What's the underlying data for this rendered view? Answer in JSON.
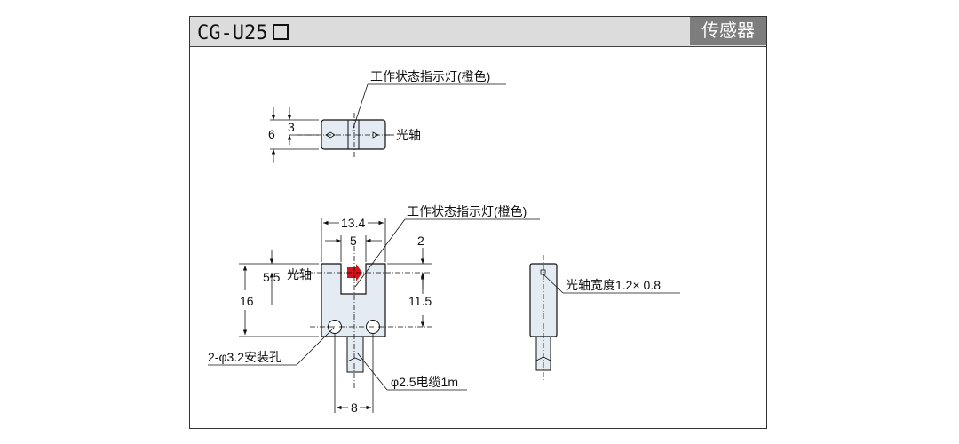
{
  "header": {
    "model": "CG-U25",
    "category": "传感器"
  },
  "top_view": {
    "indicator_label": "工作状态指示灯(橙色)",
    "dim_6": "6",
    "dim_3": "3",
    "axis_label": "光轴"
  },
  "front_view": {
    "indicator_label": "工作状态指示灯(橙色)",
    "dim_13_4": "13.4",
    "dim_5": "5",
    "dim_2": "2",
    "dim_5_5": "5.5",
    "axis_label": "光轴",
    "dim_16": "16",
    "dim_11_5": "11.5",
    "hole_label": "2-φ3.2安装孔",
    "cable_label": "φ2.5电缆1m",
    "dim_8": "8"
  },
  "side_view": {
    "axis_width_label": "光轴宽度1.2× 0.8"
  },
  "colors": {
    "indicator": "#d4141a",
    "body": "#e4ebf2",
    "header": "#dcdcdc",
    "badge": "#7d7d7d"
  }
}
